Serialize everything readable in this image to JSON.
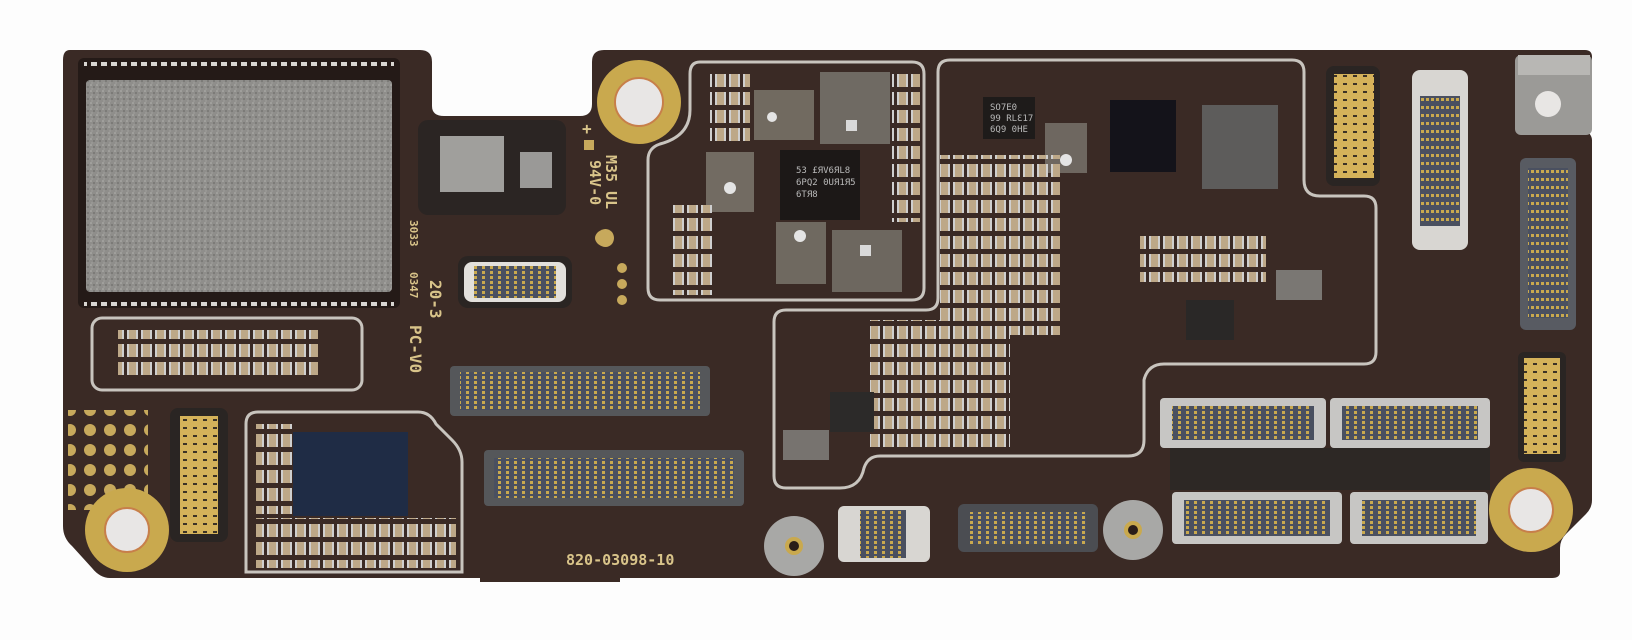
{
  "image": {
    "subject": "Logic board (PCB) photographed on white background",
    "background_color": "#fdfdfd",
    "board_color": "#3a2a25",
    "shield_outline_color": "#c8c4be",
    "gold_color": "#c9a94e",
    "silver_color": "#a8a8a6"
  },
  "silkscreen": {
    "part_number": "820-03098-10",
    "rev_marking_1": "20-3",
    "rev_marking_2": "PC-V0",
    "date_code_1": "3033",
    "date_code_2": "0347",
    "ul_marking": "M35 UL",
    "flammability": "94V-0",
    "polarity_plus": "+"
  },
  "chips": {
    "pmic_center": [
      "53 £ЯV6ЯL8",
      "6PQ2 0UЯ1Я5",
      "6TЯ8"
    ],
    "chip_upper_right": [
      "SO7E0",
      "99 RLƐ17",
      "6Q9 0НE"
    ]
  },
  "components": {
    "standoffs": [
      {
        "name": "standoff-top-center",
        "type": "gold"
      },
      {
        "name": "standoff-bottom-left",
        "type": "gold"
      },
      {
        "name": "standoff-bottom-right",
        "type": "gold"
      },
      {
        "name": "standoff-bottom-mid-1",
        "type": "silver"
      },
      {
        "name": "standoff-bottom-mid-2",
        "type": "silver"
      }
    ],
    "connectors_count": 13,
    "large_shield_can": "top-left silver shield",
    "blue_chip": "bottom-left BGA package"
  }
}
